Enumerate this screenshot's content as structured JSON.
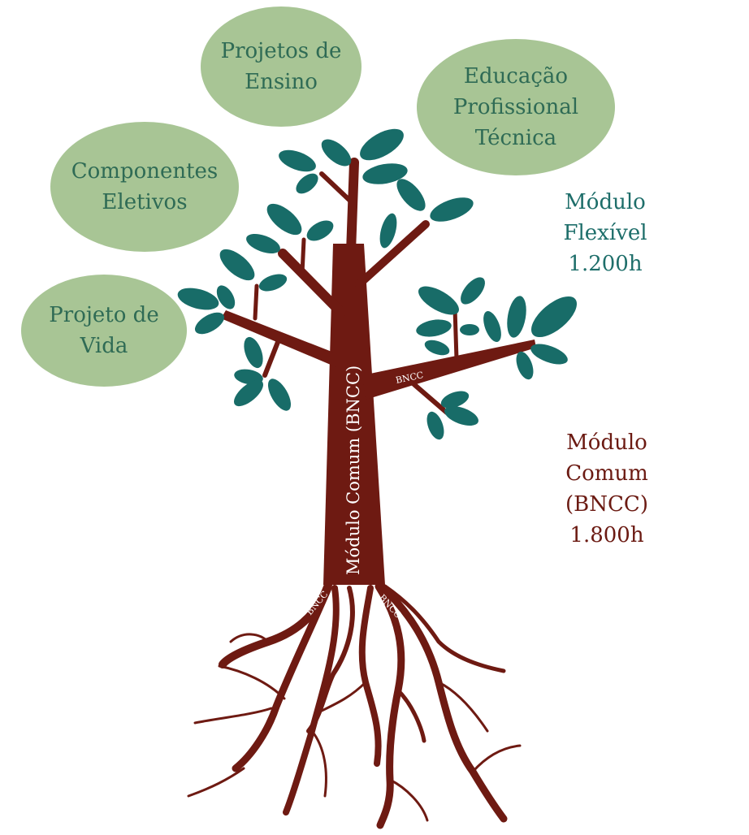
{
  "bubbles": {
    "projetos_ensino": [
      "Projetos de",
      "Ensino"
    ],
    "educacao_profissional": [
      "Educação",
      "Profissional",
      "Técnica"
    ],
    "componentes_eletivos": [
      "Componentes",
      "Eletivos"
    ],
    "projeto_vida": [
      "Projeto de",
      "Vida"
    ]
  },
  "modulo_flexivel": [
    "Módulo",
    "Flexível",
    "1.200h"
  ],
  "modulo_comum": [
    "Módulo",
    "Comum",
    "(BNCC)",
    "1.800h"
  ],
  "trunk_label": "Módulo Comum (BNCC)",
  "branch_label": "BNCC",
  "colors": {
    "bubble": "#a8c595",
    "bubble_text": "#2f6b55",
    "trunk": "#6e1a12",
    "leaf": "#186c68",
    "flex_text": "#1e6e6a",
    "comum_text": "#6b1a12"
  }
}
